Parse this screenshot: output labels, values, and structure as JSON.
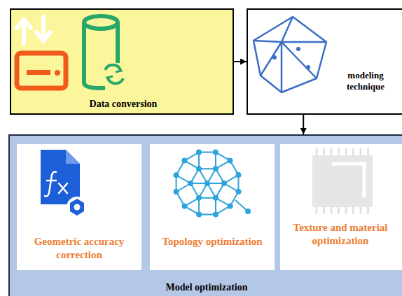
{
  "diagram": {
    "nodes": [
      {
        "text": [
          "Data conversion"
        ]
      },
      {
        "text": [
          "modeling technique"
        ]
      },
      {
        "text": [
          "Model optimization"
        ]
      },
      {
        "text": [
          "Geometric accuracy correction"
        ],
        "in": 2
      },
      {
        "text": [
          "Topology optimization"
        ],
        "in": 2
      },
      {
        "text": [
          "Texture and material optimization"
        ],
        "in": 2
      }
    ],
    "edges": [
      {
        "from": 0,
        "to": 1,
        "arrow": "to"
      },
      {
        "from": 1,
        "to": 2,
        "arrow": "to"
      }
    ]
  }
}
